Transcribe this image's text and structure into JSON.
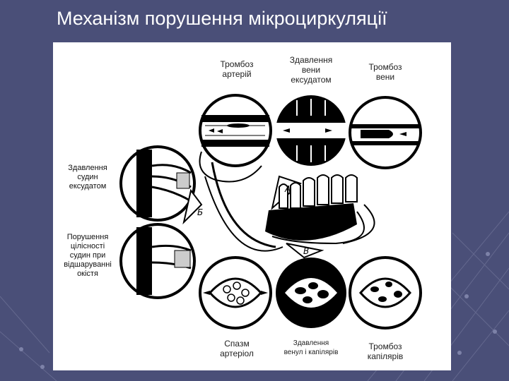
{
  "slide": {
    "title": "Механізм порушення мікроциркуляції",
    "background_color": "#4a4f78",
    "title_color": "#ffffff"
  },
  "figure": {
    "captions": {
      "top_left": "Тромбоз\nартерій",
      "top_center": "Здавлення\nвени\nексудатом",
      "top_right": "Тромбоз\nвени",
      "left_upper": "Здавлення\nсудин\nексудатом",
      "left_lower": "Порушення\nцілісності\nсудин при\nвідшаруванні\nокістя",
      "bottom_left": "Спазм\nартеріол",
      "bottom_center": "Здавлення\nвенул і капілярів",
      "bottom_right": "Тромбоз\nкапілярів"
    },
    "diagram_letters": {
      "a": "A",
      "b": "Б",
      "c": "В"
    }
  }
}
